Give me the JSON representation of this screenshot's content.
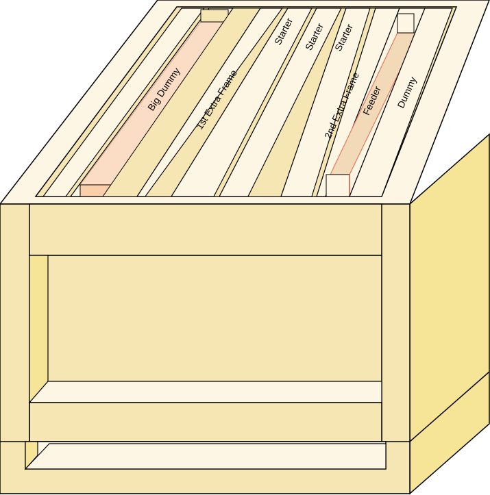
{
  "diagram": {
    "frames": [
      {
        "id": "big-dummy",
        "label": "Big Dummy",
        "highlight": true
      },
      {
        "id": "1st-extra-frame",
        "label": "1st Extra Frame",
        "highlight": false
      },
      {
        "id": "starter-1",
        "label": "Starter",
        "highlight": false
      },
      {
        "id": "starter-2",
        "label": "Starter",
        "highlight": false
      },
      {
        "id": "starter-3",
        "label": "Starter",
        "highlight": false
      },
      {
        "id": "2nd-extra-frame",
        "label": "2nd Extra Frame",
        "highlight": false
      },
      {
        "id": "feeder",
        "label": "Feeder",
        "highlight": true
      },
      {
        "id": "dummy",
        "label": "Dummy",
        "highlight": false
      }
    ]
  },
  "colors": {
    "outline": "#000000",
    "wood_light": "#fdf6e4",
    "wood_mid": "#f5e6b3",
    "wood_side": "#f7e597",
    "frame_highlight": "#fbdcc4",
    "feeder_fill": "#f2d9b8",
    "feeder_edge": "#e07a5f"
  }
}
